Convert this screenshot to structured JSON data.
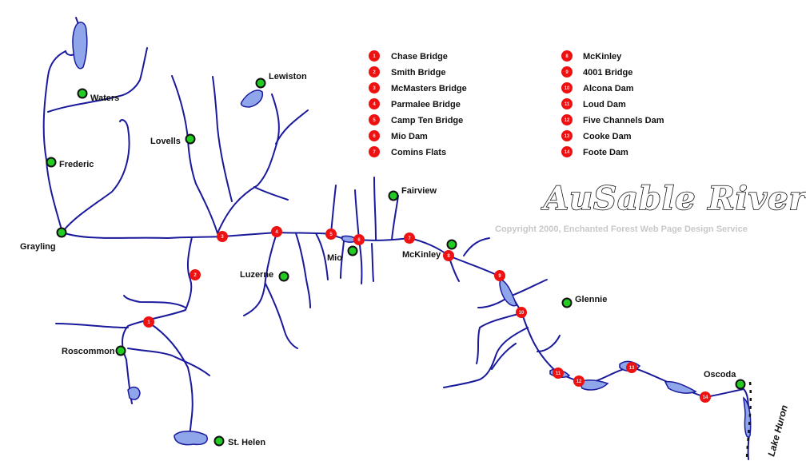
{
  "title": "AuSable River",
  "copyright": "Copyright 2000, Enchanted Forest Web Page Design Service",
  "lake_label": "Lake Huron",
  "colors": {
    "river": "#1a1a9c",
    "lake_fill": "#8fa7ea",
    "town": "#22cc22",
    "marker": "#ee1111"
  },
  "towns": [
    {
      "name": "Waters"
    },
    {
      "name": "Lewiston"
    },
    {
      "name": "Lovells"
    },
    {
      "name": "Frederic"
    },
    {
      "name": "Grayling"
    },
    {
      "name": "Fairview"
    },
    {
      "name": "Mio"
    },
    {
      "name": "McKinley"
    },
    {
      "name": "Luzerne"
    },
    {
      "name": "Glennie"
    },
    {
      "name": "Roscommon"
    },
    {
      "name": "Oscoda"
    },
    {
      "name": "St. Helen"
    }
  ],
  "markers": [
    "1",
    "2",
    "3",
    "4",
    "5",
    "6",
    "7",
    "8",
    "9",
    "10",
    "11",
    "12",
    "13",
    "14"
  ],
  "legend": [
    {
      "num": "1",
      "label": "Chase Bridge"
    },
    {
      "num": "2",
      "label": "Smith Bridge"
    },
    {
      "num": "3",
      "label": "McMasters Bridge"
    },
    {
      "num": "4",
      "label": "Parmalee Bridge"
    },
    {
      "num": "5",
      "label": "Camp Ten Bridge"
    },
    {
      "num": "6",
      "label": "Mio Dam"
    },
    {
      "num": "7",
      "label": "Comins Flats"
    },
    {
      "num": "8",
      "label": "McKinley"
    },
    {
      "num": "9",
      "label": "4001 Bridge"
    },
    {
      "num": "10",
      "label": "Alcona Dam"
    },
    {
      "num": "11",
      "label": "Loud Dam"
    },
    {
      "num": "12",
      "label": "Five Channels Dam"
    },
    {
      "num": "13",
      "label": "Cooke Dam"
    },
    {
      "num": "14",
      "label": "Foote Dam"
    }
  ]
}
